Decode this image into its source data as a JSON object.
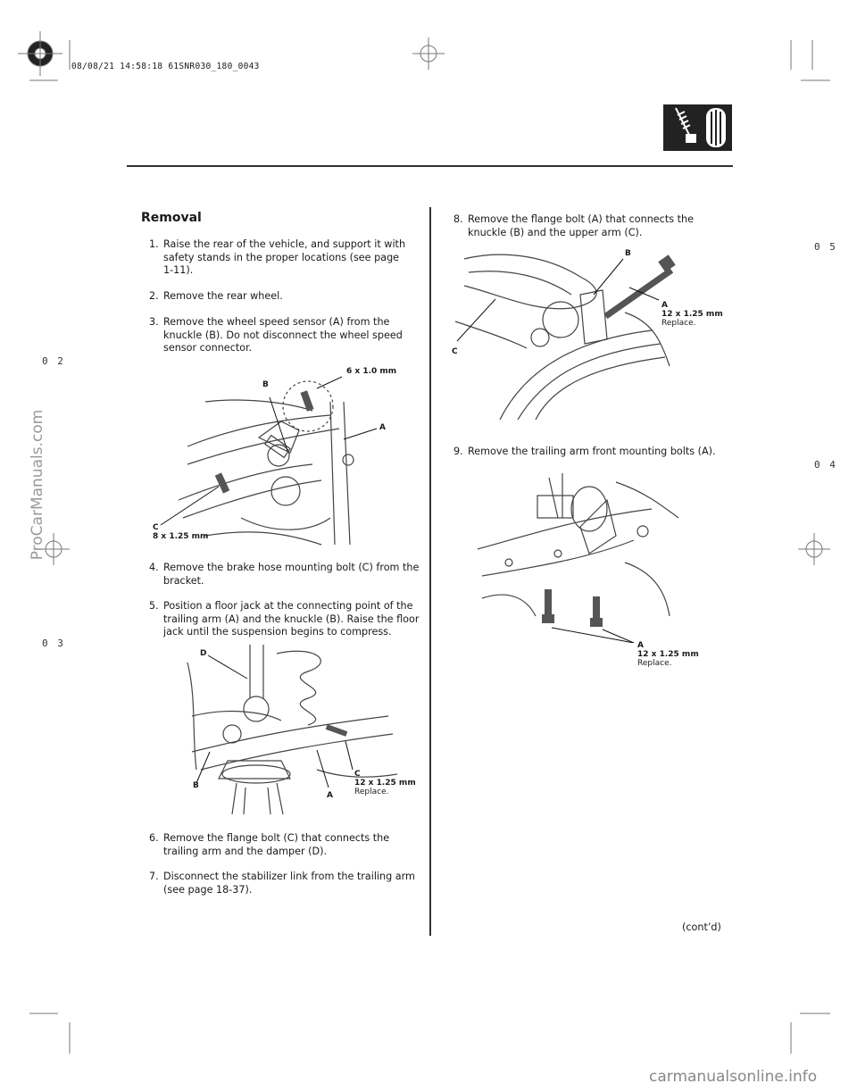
{
  "print_stamp": "08/08/21 14:58:18 61SNR030_180_0043",
  "section_icon": "suspension-icon",
  "section_title": "Removal",
  "steps": [
    {
      "num": "1.",
      "text": "Raise the rear of the vehicle, and support it with\nsafety stands in the proper locations (see page\n1-11)."
    },
    {
      "num": "2.",
      "text": "Remove the rear wheel."
    },
    {
      "num": "3.",
      "text": "Remove the wheel speed sensor (A) from the\nknuckle (B). Do not disconnect the wheel speed\nsensor connector."
    },
    {
      "num": "4.",
      "text": "Remove the brake hose mounting bolt (C) from the\nbracket."
    },
    {
      "num": "5.",
      "text": "Position a floor jack at the connecting point of the\ntrailing arm (A) and the knuckle (B). Raise the floor\njack until the suspension begins to compress."
    },
    {
      "num": "6.",
      "text": "Remove the flange bolt (C) that connects the\ntrailing arm and the damper (D)."
    },
    {
      "num": "7.",
      "text": "Disconnect the stabilizer link from the trailing arm\n(see page 18-37)."
    },
    {
      "num": "8.",
      "text": "Remove the flange bolt (A) that connects the\nknuckle (B) and the upper arm (C)."
    },
    {
      "num": "9.",
      "text": "Remove the trailing arm front mounting bolts (A)."
    }
  ],
  "fig1": {
    "label_b": "B",
    "label_size_top": "6 x 1.0 mm",
    "label_a": "A",
    "label_c": "C",
    "label_c_size": "8 x 1.25 mm"
  },
  "fig2": {
    "label_d": "D",
    "label_b": "B",
    "label_a": "A",
    "label_c": "C",
    "label_c_size": "12 x 1.25 mm",
    "label_c_note": "Replace."
  },
  "fig3": {
    "label_b": "B",
    "label_a": "A",
    "label_a_size": "12 x 1.25 mm",
    "label_a_note": "Replace.",
    "label_c": "C"
  },
  "fig4": {
    "label_a": "A",
    "label_a_size": "12 x 1.25 mm",
    "label_a_note": "Replace."
  },
  "continued": "(cont’d)",
  "margin_marks": [
    "0 5",
    "0 2",
    "0 4",
    "0 3"
  ],
  "watermark_side": "ProCarManuals.com",
  "watermark_bottom": "carmanualsonline.info"
}
